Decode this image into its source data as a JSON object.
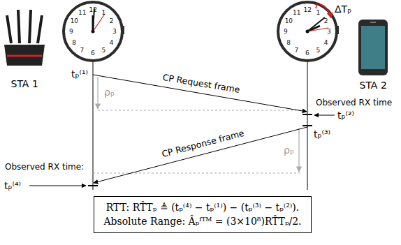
{
  "diagram": {
    "nodes": [
      {
        "text": [
          "RTT: RT̂Tₚ ≜ (tₚ⁽⁴⁾ − tₚ⁽¹⁾) − (tₚ⁽³⁾ − tₚ⁽²⁾).",
          "Absolute Range: Âₚᶠᵀᴹ = (3×10⁸)RT̂Tₚ/2."
        ]
      }
    ],
    "labels": [
      "STA 1",
      "STA 2",
      "12",
      "1",
      "2",
      "3",
      "4",
      "5",
      "6",
      "7",
      "8",
      "9",
      "10",
      "11",
      "12",
      "1",
      "2",
      "3",
      "4",
      "5",
      "6",
      "7",
      "8",
      "9",
      "10",
      "11",
      "ΔTₚ",
      "tₚ⁽¹⁾",
      "ρₚ",
      "CP Request frame",
      "Observed RX time",
      "tₚ⁽²⁾",
      "tₚ⁽³⁾",
      "ρₚ",
      "CP Response frame",
      "Observed RX time:",
      "tₚ⁽⁴⁾"
    ]
  }
}
